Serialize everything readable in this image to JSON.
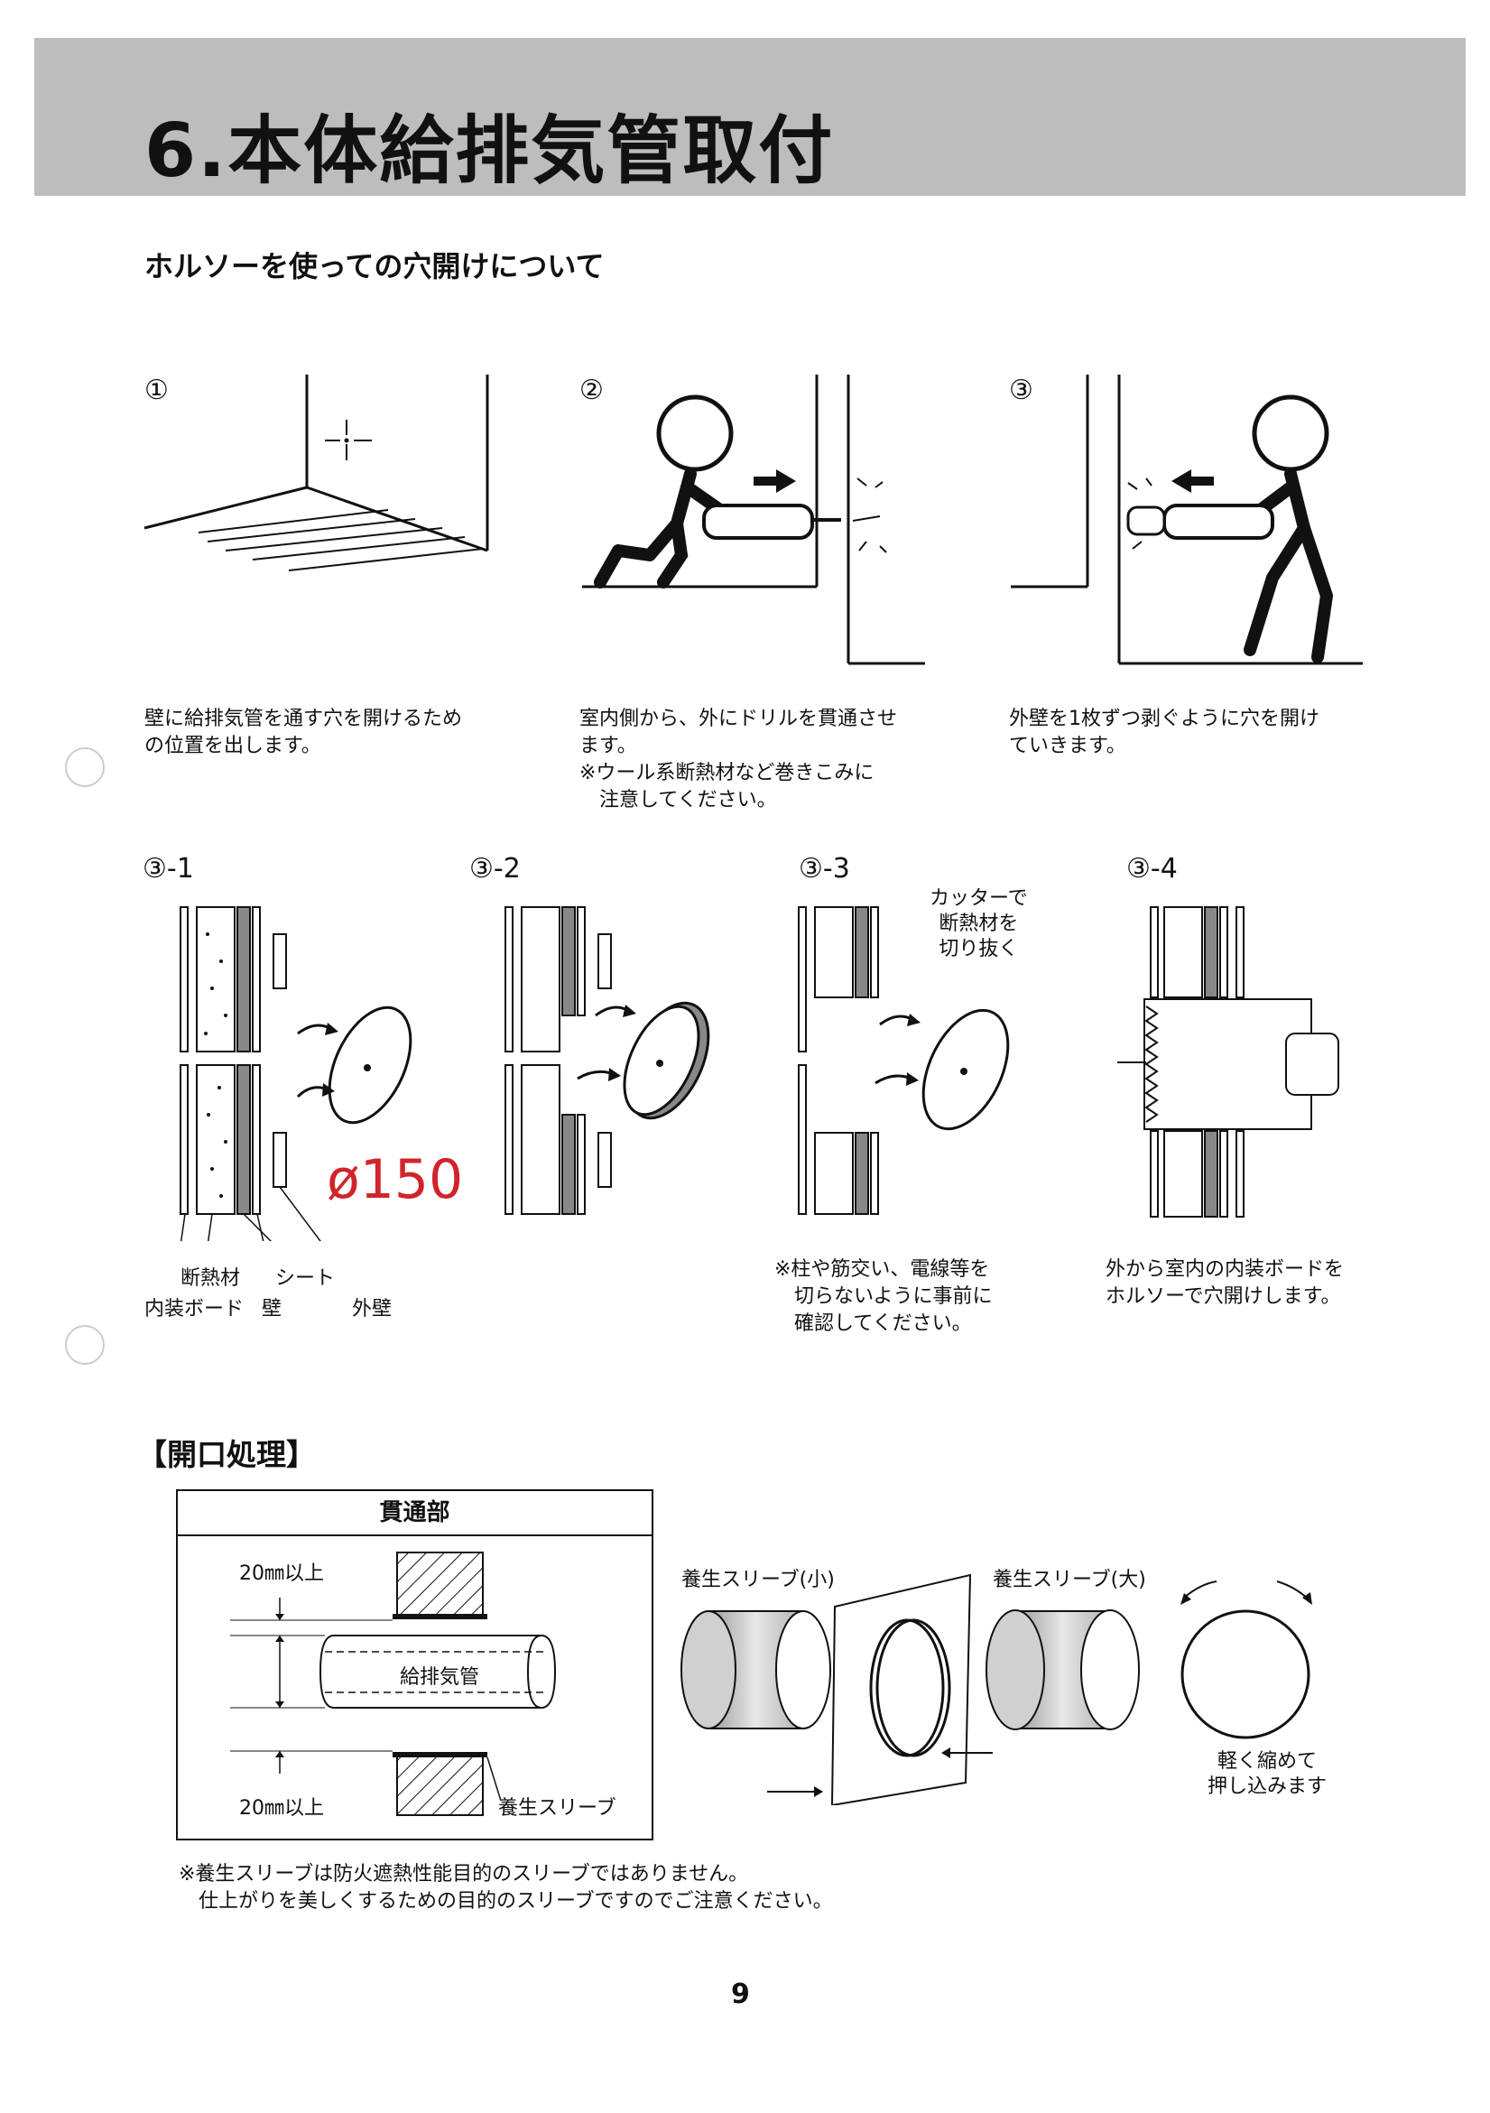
{
  "title": "6.本体給排気管取付",
  "subtitle": "ホルソーを使っての穴開けについて",
  "steps": [
    {
      "num": "①",
      "caption": [
        "壁に給排気管を通す穴を開けるため",
        "の位置を出します。"
      ]
    },
    {
      "num": "②",
      "caption": [
        "室内側から、外にドリルを貫通させ",
        "ます。",
        "※ウール系断熱材など巻きこみに",
        "　注意してください。"
      ]
    },
    {
      "num": "③",
      "caption": [
        "外壁を1枚ずつ剥ぐように穴を開け",
        "ていきます。"
      ]
    }
  ],
  "substeps": [
    {
      "num": "③-1"
    },
    {
      "num": "③-2"
    },
    {
      "num": "③-3",
      "note": [
        "カッターで",
        "断熱材を",
        "切り抜く"
      ],
      "caption": [
        "※柱や筋交い、電線等を",
        "　切らないように事前に",
        "　確認してください。"
      ]
    },
    {
      "num": "③-4",
      "caption": [
        "外から室内の内装ボードを",
        "ホルソーで穴開けします。"
      ]
    }
  ],
  "handwritten": "ø150",
  "wall_labels": {
    "insulation": "断熱材",
    "sheet": "シート",
    "inner_board": "内装ボード",
    "wall": "壁",
    "outer_wall": "外壁"
  },
  "opening": {
    "section_title": "【開口処理】",
    "box_title": "貫通部",
    "margin_top": "20㎜以上",
    "margin_bottom": "20㎜以上",
    "pipe_label": "給排気管",
    "sleeve_label": "養生スリーブ",
    "sleeve_small": "養生スリーブ(小)",
    "sleeve_large": "養生スリーブ(大)",
    "press_note": [
      "軽く縮めて",
      "押し込みます"
    ],
    "notes": [
      "※養生スリーブは防火遮熱性能目的のスリーブではありません。",
      "　仕上がりを美しくするための目的のスリーブですのでご注意ください。"
    ]
  },
  "page_number": "9"
}
